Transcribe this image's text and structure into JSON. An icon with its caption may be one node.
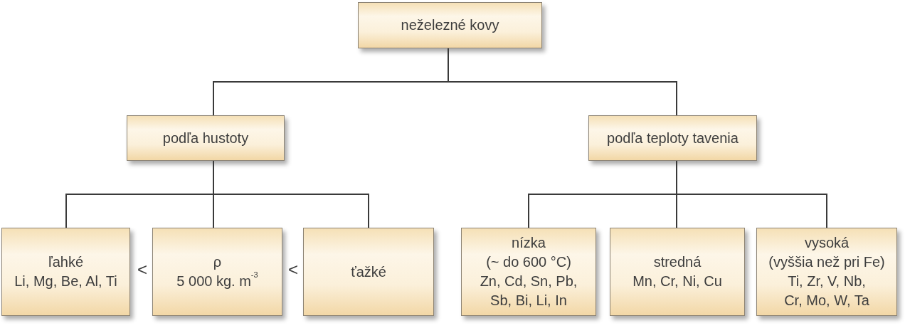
{
  "diagram": {
    "nodes": [
      {
        "text": [
          "neželezné kovy"
        ]
      },
      {
        "text": [
          "podľa hustoty"
        ]
      },
      {
        "text": [
          "podľa teploty tavenia"
        ]
      },
      {
        "text": [
          "ľahké",
          "Li, Mg, Be, Al, Ti"
        ]
      },
      {
        "text": [
          "ρ",
          "5 000 kg. m$^{-3}$"
        ]
      },
      {
        "text": [
          "ťažké"
        ]
      },
      {
        "text": [
          "nízka",
          "(~ do 600 °C)",
          "Zn, Cd, Sn, Pb, Sb, Bi, Li, In"
        ]
      },
      {
        "text": [
          "stredná",
          "Mn, Cr, Ni, Cu"
        ]
      },
      {
        "text": [
          "vysoká",
          "(vyššia než pri Fe)",
          "Ti, Zr, V, Nb, Cr, Mo, W, Ta"
        ]
      }
    ],
    "edges": [
      {
        "from": 0,
        "to": 1,
        "arrow": "none"
      },
      {
        "from": 0,
        "to": 2,
        "arrow": "none"
      },
      {
        "from": 1,
        "to": 3,
        "arrow": "none"
      },
      {
        "from": 1,
        "to": 4,
        "arrow": "none"
      },
      {
        "from": 1,
        "to": 5,
        "arrow": "none"
      },
      {
        "from": 2,
        "to": 6,
        "arrow": "none"
      },
      {
        "from": 2,
        "to": 7,
        "arrow": "none"
      },
      {
        "from": 2,
        "to": 8,
        "arrow": "none"
      }
    ],
    "labels": [
      "<",
      "<"
    ]
  }
}
